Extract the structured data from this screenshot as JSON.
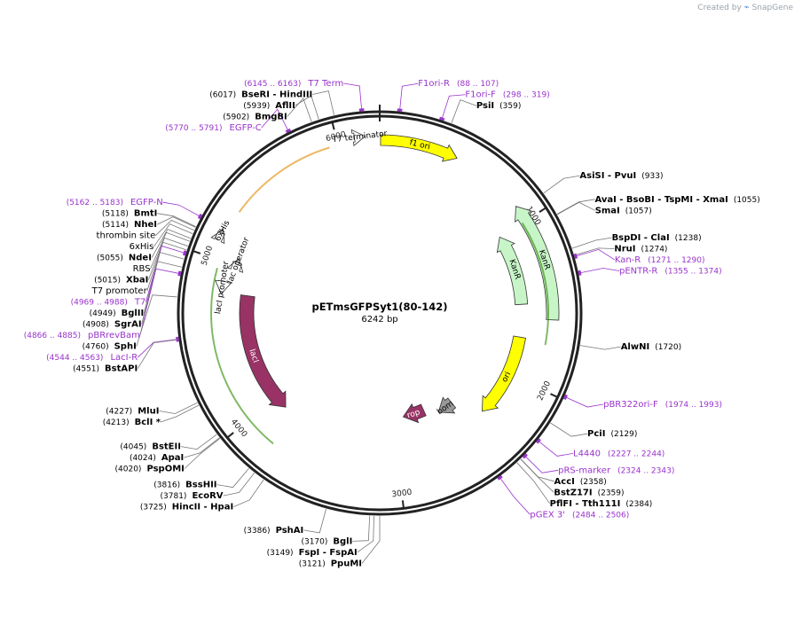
{
  "header": {
    "created_by": "Created by",
    "brand": "SnapGene"
  },
  "plasmid": {
    "name": "pETmsGFPSyt1(80-142)",
    "length_label": "6242 bp",
    "length": 6242
  },
  "colors": {
    "primer": "#9933cc",
    "enzyme": "#000000",
    "leader": "#777777",
    "kanR": "#c8f5c8",
    "ori": "#ffff00",
    "f1ori": "#ffff00",
    "lacI": "#993366",
    "rop": "#993366",
    "bom": "#999999",
    "highlight_green": "#2b8a00",
    "highlight_orange": "#e08a00"
  },
  "ticks": [
    {
      "bp": 1000,
      "label": "1000"
    },
    {
      "bp": 2000,
      "label": "2000"
    },
    {
      "bp": 3000,
      "label": "3000"
    },
    {
      "bp": 4000,
      "label": "4000"
    },
    {
      "bp": 5000,
      "label": "5000"
    },
    {
      "bp": 6000,
      "label": "6000"
    }
  ],
  "features": [
    {
      "name": "f1 ori",
      "start": 5,
      "end": 460,
      "kind": "arrow",
      "color": "#ffff00"
    },
    {
      "name": "KanR",
      "start": 900,
      "end": 1600,
      "kind": "arrow",
      "color": "#c8f5c8",
      "reverse": true
    },
    {
      "name": "KanR",
      "start": 1000,
      "end": 1500,
      "kind": "arrow",
      "color": "#c8f5c8",
      "reverse": true
    },
    {
      "name": "ori",
      "start": 1730,
      "end": 2320,
      "kind": "arrow",
      "color": "#ffff00"
    },
    {
      "name": "bom",
      "start": 2450,
      "end": 2590,
      "kind": "box",
      "color": "#999999"
    },
    {
      "name": "rop",
      "start": 2700,
      "end": 2900,
      "kind": "arrow",
      "color": "#993366"
    },
    {
      "name": "lacI",
      "start": 3900,
      "end": 4810,
      "kind": "arrow",
      "color": "#993366",
      "reverse": true
    },
    {
      "name": "lacI promoter",
      "start": 4800,
      "end": 4880,
      "kind": "arrow",
      "color": "#ffffff",
      "reverse": true
    },
    {
      "name": "lac operator",
      "start": 5020,
      "end": 5050,
      "kind": "box",
      "color": "#ffffff"
    },
    {
      "name": "6xHis",
      "start": 5150,
      "end": 5170,
      "kind": "box",
      "color": "#ffffff"
    },
    {
      "name": "T7 terminator",
      "start": 6100,
      "end": 6160,
      "kind": "box",
      "color": "#ffffff"
    }
  ],
  "feature_labels": [
    {
      "text": "f1 ori"
    },
    {
      "text": "KanR"
    },
    {
      "text": "KanR"
    },
    {
      "text": "ori"
    },
    {
      "text": "bom"
    },
    {
      "text": "rop"
    },
    {
      "text": "lacI"
    },
    {
      "text": "lacI promoter"
    },
    {
      "text": "lac operator"
    },
    {
      "text": "6xHis"
    },
    {
      "text": "T7 terminator"
    }
  ],
  "labels": [
    {
      "type": "primer",
      "name": "T7 Term",
      "pos": "(6145 .. 6163)",
      "bp": 6154
    },
    {
      "type": "primer",
      "name": "F1ori-R",
      "pos": "(88 .. 107)",
      "bp": 98
    },
    {
      "type": "primer",
      "name": "F1ori-F",
      "pos": "(298 .. 319)",
      "bp": 308
    },
    {
      "type": "enzyme",
      "name": "PsiI",
      "pos": "(359)",
      "bp": 359
    },
    {
      "type": "enzyme",
      "name": "BseRI   - HindIII",
      "pos": "(6017)",
      "bp": 6017
    },
    {
      "type": "enzyme",
      "name": "AflII",
      "pos": "(5939)",
      "bp": 5939
    },
    {
      "type": "enzyme",
      "name": "BmgBI",
      "pos": "(5902)",
      "bp": 5902
    },
    {
      "type": "primer",
      "name": "EGFP-C",
      "pos": "(5770 .. 5791)",
      "bp": 5780
    },
    {
      "type": "primer",
      "name": "EGFP-N",
      "pos": "(5162 .. 5183)",
      "bp": 5172
    },
    {
      "type": "enzyme",
      "name": "BmtI",
      "pos": "(5118)",
      "bp": 5118
    },
    {
      "type": "enzyme",
      "name": "NheI",
      "pos": "(5114)",
      "bp": 5114
    },
    {
      "type": "feature",
      "name": "thrombin site",
      "bp": 5098
    },
    {
      "type": "feature",
      "name": "6xHis",
      "bp": 5080
    },
    {
      "type": "enzyme",
      "name": "NdeI",
      "pos": "(5055)",
      "bp": 5055
    },
    {
      "type": "feature",
      "name": "RBS",
      "bp": 5040
    },
    {
      "type": "enzyme",
      "name": "XbaI",
      "pos": "(5015)",
      "bp": 5015
    },
    {
      "type": "feature",
      "name": "T7 promoter",
      "bp": 4995
    },
    {
      "type": "primer",
      "name": "T7",
      "pos": "(4969 .. 4988)",
      "bp": 4978
    },
    {
      "type": "enzyme",
      "name": "BglII",
      "pos": "(4949)",
      "bp": 4949
    },
    {
      "type": "enzyme",
      "name": "SgrAI",
      "pos": "(4908)",
      "bp": 4908
    },
    {
      "type": "primer",
      "name": "pBRrevBam",
      "pos": "(4866 .. 4885)",
      "bp": 4875
    },
    {
      "type": "enzyme",
      "name": "SphI",
      "pos": "(4760)",
      "bp": 4760
    },
    {
      "type": "enzyme",
      "name": "BstAPI",
      "pos": "(4551)",
      "bp": 4551
    },
    {
      "type": "primer",
      "name": "LacI-R",
      "pos": "(4544 .. 4563)",
      "bp": 4553
    },
    {
      "type": "enzyme",
      "name": "MluI",
      "pos": "(4227)",
      "bp": 4227
    },
    {
      "type": "enzyme",
      "name": "BclI *",
      "pos": "(4213)",
      "bp": 4213
    },
    {
      "type": "enzyme",
      "name": "BstEII",
      "pos": "(4045)",
      "bp": 4045
    },
    {
      "type": "enzyme",
      "name": "ApaI",
      "pos": "(4024)",
      "bp": 4024
    },
    {
      "type": "enzyme",
      "name": "PspOMI",
      "pos": "(4020)",
      "bp": 4020
    },
    {
      "type": "enzyme",
      "name": "BssHII",
      "pos": "(3816)",
      "bp": 3816
    },
    {
      "type": "enzyme",
      "name": "EcoRV",
      "pos": "(3781)",
      "bp": 3781
    },
    {
      "type": "enzyme",
      "name": "HincII   - HpaI",
      "pos": "(3725)",
      "bp": 3725
    },
    {
      "type": "enzyme",
      "name": "PshAI",
      "pos": "(3386)",
      "bp": 3386
    },
    {
      "type": "enzyme",
      "name": "BglI",
      "pos": "(3170)",
      "bp": 3170
    },
    {
      "type": "enzyme",
      "name": "FspI   - FspAI",
      "pos": "(3149)",
      "bp": 3149
    },
    {
      "type": "enzyme",
      "name": "PpuMI",
      "pos": "(3121)",
      "bp": 3121
    },
    {
      "type": "enzyme",
      "name": "AsiSI   - PvuI",
      "pos": "(933)",
      "bp": 933
    },
    {
      "type": "enzyme",
      "name": "AvaI   - BsoBI   - TspMI   - XmaI",
      "pos": "(1055)",
      "bp": 1055
    },
    {
      "type": "enzyme",
      "name": "SmaI",
      "pos": "(1057)",
      "bp": 1057
    },
    {
      "type": "enzyme",
      "name": "BspDI   - ClaI",
      "pos": "(1238)",
      "bp": 1238
    },
    {
      "type": "primer",
      "name": "Kan-R",
      "pos": "(1271 .. 1290)",
      "bp": 1280
    },
    {
      "type": "enzyme",
      "name": "NruI",
      "pos": "(1274)",
      "bp": 1274
    },
    {
      "type": "primer",
      "name": "pENTR-R",
      "pos": "(1355 .. 1374)",
      "bp": 1364
    },
    {
      "type": "enzyme",
      "name": "AlwNI",
      "pos": "(1720)",
      "bp": 1720
    },
    {
      "type": "primer",
      "name": "pBR322ori-F",
      "pos": "(1974 .. 1993)",
      "bp": 1983
    },
    {
      "type": "enzyme",
      "name": "PciI",
      "pos": "(2129)",
      "bp": 2129
    },
    {
      "type": "primer",
      "name": "L4440",
      "pos": "(2227 .. 2244)",
      "bp": 2235
    },
    {
      "type": "primer",
      "name": "pRS-marker",
      "pos": "(2324 .. 2343)",
      "bp": 2333
    },
    {
      "type": "enzyme",
      "name": "AccI",
      "pos": "(2358)",
      "bp": 2358
    },
    {
      "type": "enzyme",
      "name": "BstZ17I",
      "pos": "(2359)",
      "bp": 2359
    },
    {
      "type": "enzyme",
      "name": "PflFI   - Tth111I",
      "pos": "(2384)",
      "bp": 2384
    },
    {
      "type": "primer",
      "name": "pGEX 3'",
      "pos": "(2484 .. 2506)",
      "bp": 2495
    }
  ]
}
